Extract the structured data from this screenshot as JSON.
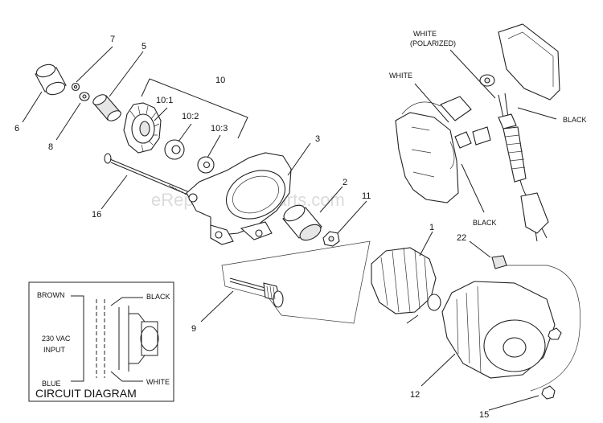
{
  "watermark": "eReplacementParts.com",
  "callouts": {
    "c1": "1",
    "c2": "2",
    "c3": "3",
    "c5": "5",
    "c6": "6",
    "c7": "7",
    "c8": "8",
    "c9": "9",
    "c10": "10",
    "c10_1": "10:1",
    "c10_2": "10:2",
    "c10_3": "10:3",
    "c11": "11",
    "c12": "12",
    "c15": "15",
    "c16": "16",
    "c22": "22"
  },
  "wire_labels": {
    "white_polarized_line1": "WHITE",
    "white_polarized_line2": "(POLARIZED)",
    "white": "WHITE",
    "black_right": "BLACK",
    "black_lower": "BLACK"
  },
  "circuit_diagram": {
    "title": "CIRCUIT DIAGRAM",
    "brown": "BROWN",
    "black": "BLACK",
    "voltage": "230 VAC",
    "input": "INPUT",
    "blue": "BLUE",
    "white": "WHITE"
  }
}
